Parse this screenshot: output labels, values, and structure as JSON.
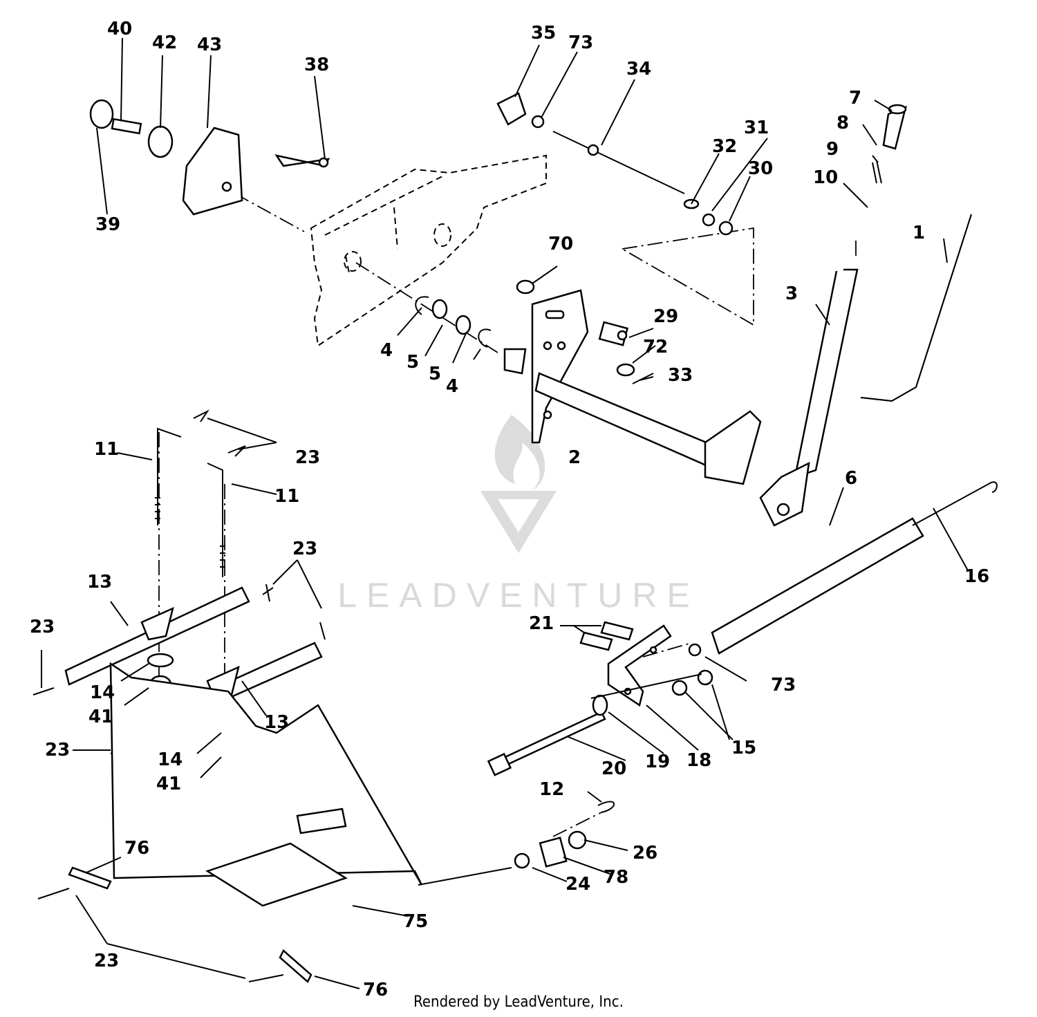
{
  "callouts": [
    "1",
    "2",
    "3",
    "4",
    "4",
    "5",
    "5",
    "6",
    "7",
    "8",
    "9",
    "10",
    "11",
    "11",
    "12",
    "13",
    "13",
    "14",
    "14",
    "15",
    "16",
    "18",
    "19",
    "20",
    "21",
    "23",
    "23",
    "23",
    "23",
    "23",
    "23",
    "24",
    "26",
    "29",
    "30",
    "31",
    "32",
    "33",
    "34",
    "35",
    "38",
    "39",
    "40",
    "41",
    "41",
    "42",
    "43",
    "70",
    "72",
    "73",
    "73",
    "75",
    "76",
    "76",
    "78"
  ],
  "watermark": "LEADVENTURE",
  "footer": "Rendered by LeadVenture, Inc."
}
